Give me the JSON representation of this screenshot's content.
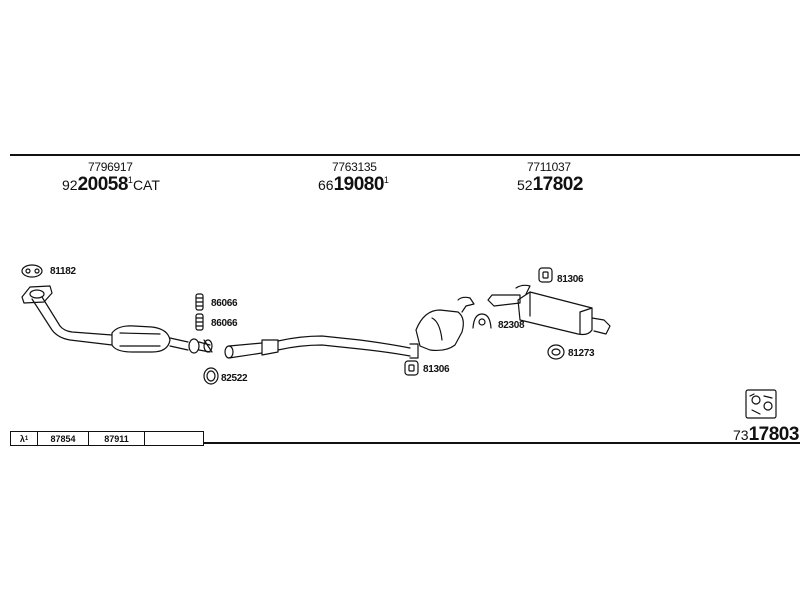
{
  "groups": [
    {
      "oe_number": "7796917",
      "prefix": "92",
      "main": "20058",
      "sup": "1",
      "suffix": "CAT"
    },
    {
      "oe_number": "7763135",
      "prefix": "66",
      "main": "19080",
      "sup": "1",
      "suffix": ""
    },
    {
      "oe_number": "7711037",
      "prefix": "52",
      "main": "17802",
      "sup": "",
      "suffix": ""
    }
  ],
  "callouts": {
    "c81182": "81182",
    "c86066a": "86066",
    "c86066b": "86066",
    "c82522": "82522",
    "c81306a": "81306",
    "c81306b": "81306",
    "c82308": "82308",
    "c81273": "81273"
  },
  "lambda_table": {
    "symbol": "λ",
    "sup": "1",
    "cells": [
      "87854",
      "87911",
      ""
    ]
  },
  "kit": {
    "prefix": "73",
    "main": "17803"
  },
  "icons": {
    "kit": "mounting-kit-icon"
  }
}
